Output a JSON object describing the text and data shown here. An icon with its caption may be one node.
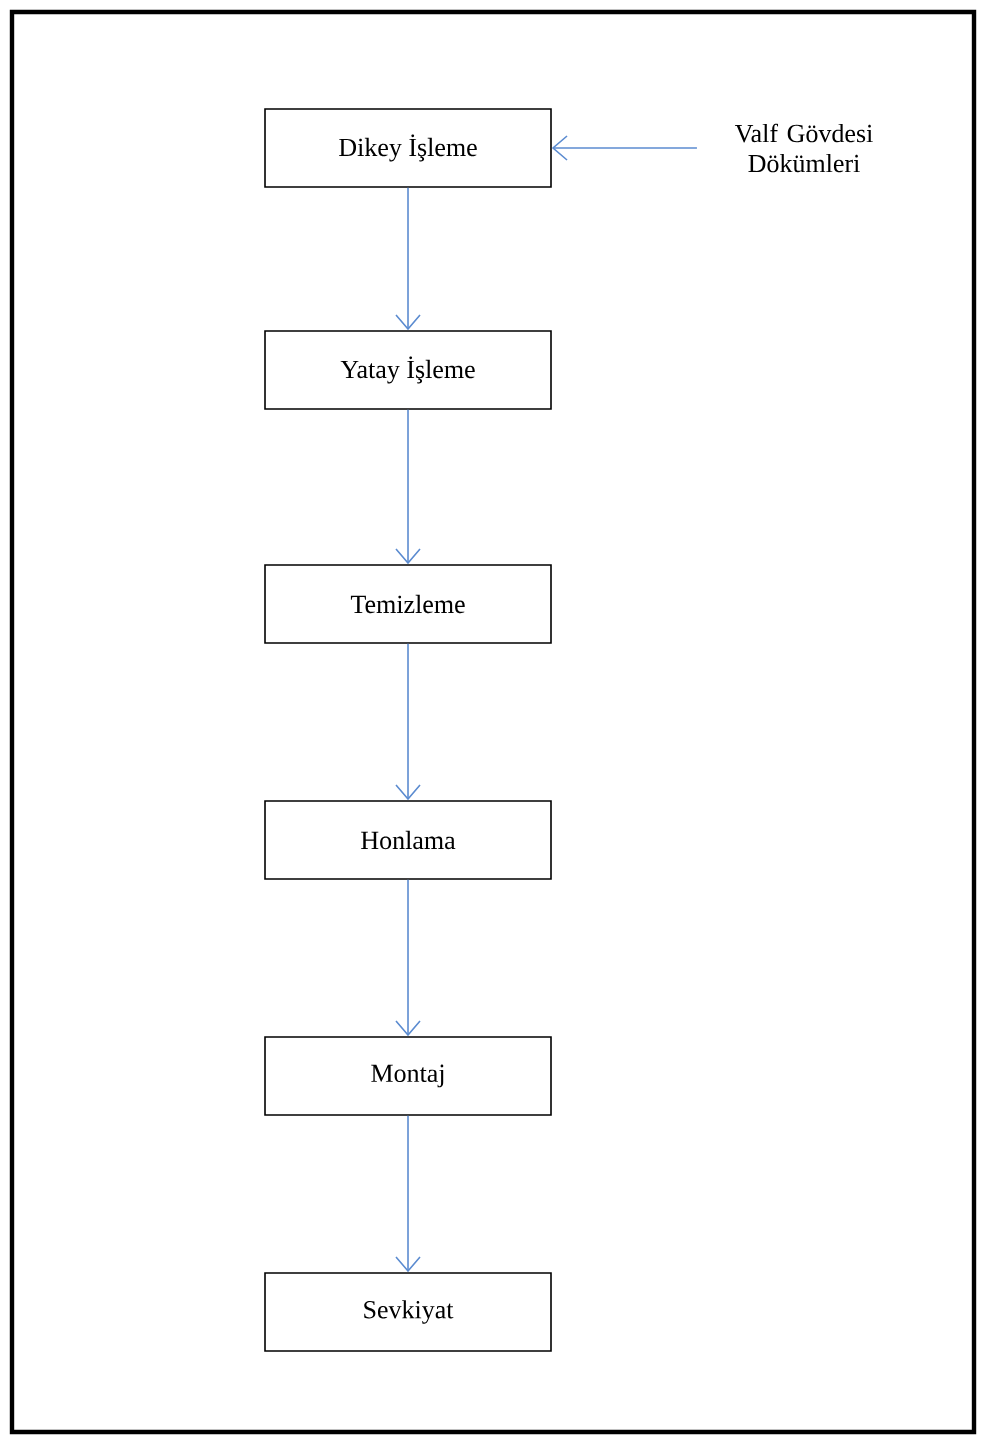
{
  "diagram": {
    "nodes": [
      {
        "text": [
          "Dikey İşleme"
        ]
      },
      {
        "text": [
          "Yatay İşleme"
        ]
      },
      {
        "text": [
          "Temizleme"
        ]
      },
      {
        "text": [
          "Honlama"
        ]
      },
      {
        "text": [
          "Montaj"
        ]
      },
      {
        "text": [
          "Sevkiyat"
        ]
      },
      {
        "text": [
          "Valf Gövdesi Dökümleri"
        ]
      }
    ],
    "edges": [
      {
        "from": 6,
        "to": 0,
        "arrow": "to"
      },
      {
        "from": 0,
        "to": 1,
        "arrow": "to"
      },
      {
        "from": 1,
        "to": 2,
        "arrow": "to"
      },
      {
        "from": 2,
        "to": 3,
        "arrow": "to"
      },
      {
        "from": 3,
        "to": 4,
        "arrow": "to"
      },
      {
        "from": 4,
        "to": 5,
        "arrow": "to"
      }
    ]
  }
}
